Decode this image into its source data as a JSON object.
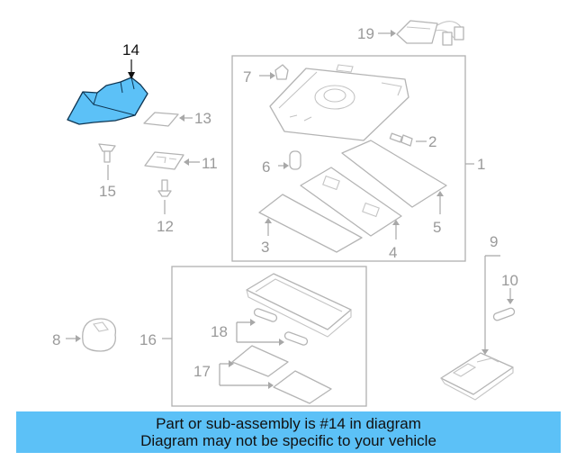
{
  "diagram": {
    "highlighted_part": "14",
    "highlight_color": "#5cc1f7",
    "callouts": {
      "c1": "1",
      "c2": "2",
      "c3": "3",
      "c4": "4",
      "c5": "5",
      "c6": "6",
      "c7": "7",
      "c8": "8",
      "c9": "9",
      "c10": "10",
      "c11": "11",
      "c12": "12",
      "c13": "13",
      "c14": "14",
      "c15": "15",
      "c16": "16",
      "c17": "17",
      "c18": "18",
      "c19": "19"
    }
  },
  "banner": {
    "line1": "Part or sub-assembly is #14 in diagram",
    "line2": "Diagram may not be specific to your vehicle",
    "background": "#5cc1f7"
  }
}
